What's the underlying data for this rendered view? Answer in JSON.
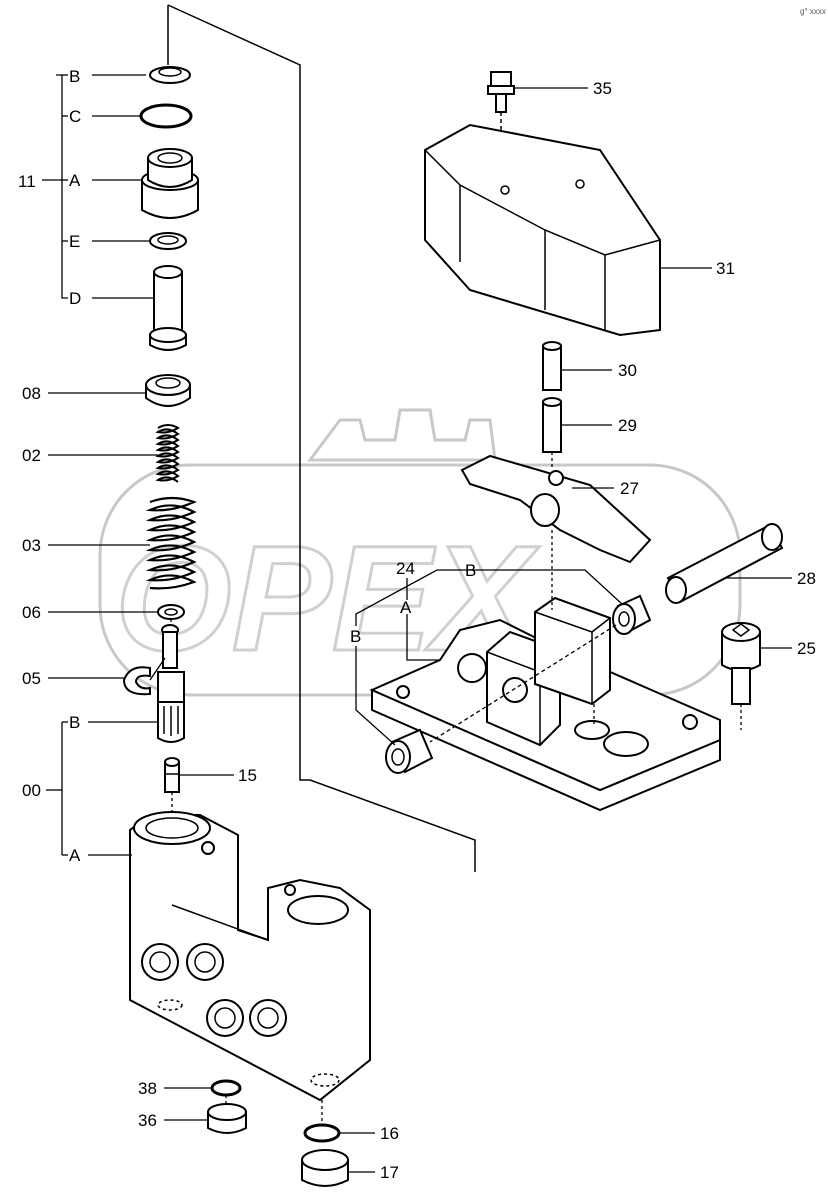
{
  "watermark_text": "OPEX",
  "corner_mark": "g° xxxx",
  "labels": {
    "l11": "11",
    "l11B": "B",
    "l11C": "C",
    "l11A": "A",
    "l11E": "E",
    "l11D": "D",
    "l08": "08",
    "l02": "02",
    "l03": "03",
    "l06": "06",
    "l05": "05",
    "l00": "00",
    "l00B": "B",
    "l00A": "A",
    "l15": "15",
    "l38": "38",
    "l36": "36",
    "l16": "16",
    "l17": "17",
    "l35": "35",
    "l31": "31",
    "l30": "30",
    "l29": "29",
    "l27": "27",
    "l28": "28",
    "l25": "25",
    "l24": "24",
    "l24A": "A",
    "l24B": "B",
    "l24B2": "B"
  }
}
